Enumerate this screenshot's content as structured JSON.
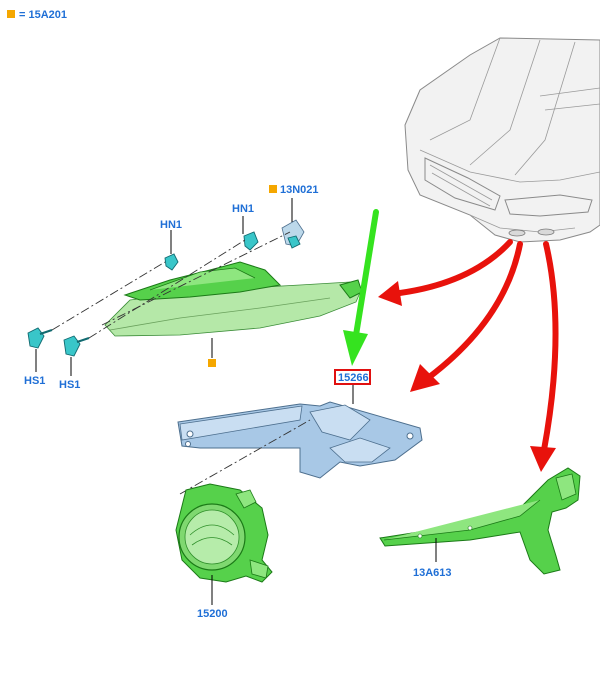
{
  "legend": {
    "text": "= 15A201",
    "marker_color": "#f5a700"
  },
  "labels": {
    "hn1_a": "HN1",
    "hn1_b": "HN1",
    "p13n021": "13N021",
    "hs1_a": "HS1",
    "hs1_b": "HS1",
    "p15266": "15266",
    "p15200": "15200",
    "p13a613": "13A613"
  },
  "colors": {
    "label_text": "#1f6fd6",
    "highlight_box": "#e01010",
    "green_arrow": "#35e31f",
    "red_arrow": "#e8120c",
    "part_green": "#56d14b",
    "part_blue": "#a8c8e6",
    "fastener_teal": "#39c6c9"
  }
}
